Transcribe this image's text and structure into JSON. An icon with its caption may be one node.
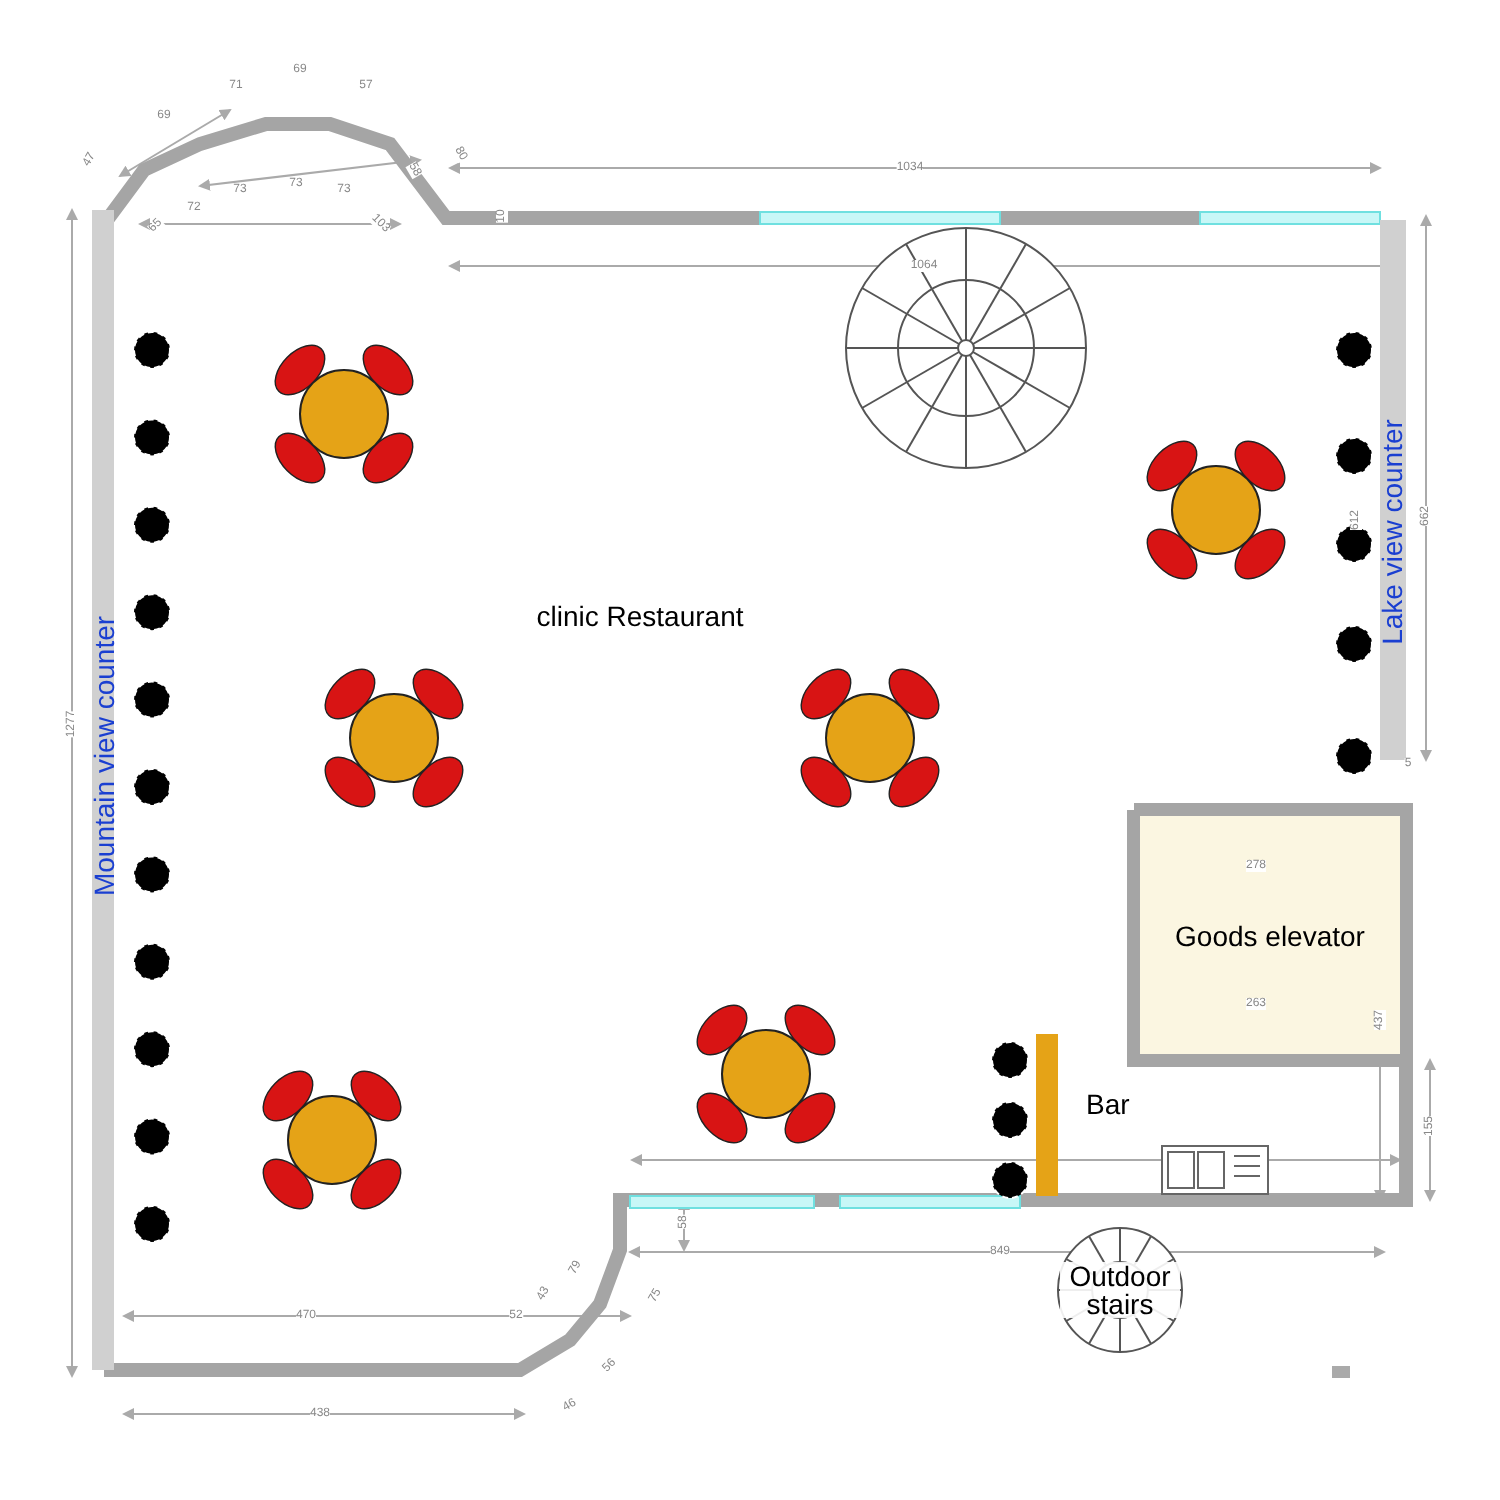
{
  "diagram": {
    "nodes": [
      {
        "text": [
          "Mountain view counter"
        ]
      },
      {
        "text": [
          "Lake view counter"
        ]
      },
      {
        "text": [
          "Goods elevator"
        ]
      },
      {
        "text": [],
        "shape": "bar",
        "beside": [
          "Bar"
        ]
      },
      {
        "text": [
          "Outdoor stairs"
        ]
      }
    ],
    "labels": [
      "47",
      "69",
      "71",
      "69",
      "57",
      "80",
      "65",
      "72",
      "73",
      "73",
      "73",
      "103",
      "58",
      "1034",
      "10",
      "1064",
      "clinic Restaurant",
      "612",
      "662",
      "278",
      "263",
      "437",
      "5",
      "155",
      "1277",
      "58",
      "849",
      "470",
      "79",
      "75",
      "43",
      "52",
      "56",
      "46",
      "438"
    ]
  }
}
